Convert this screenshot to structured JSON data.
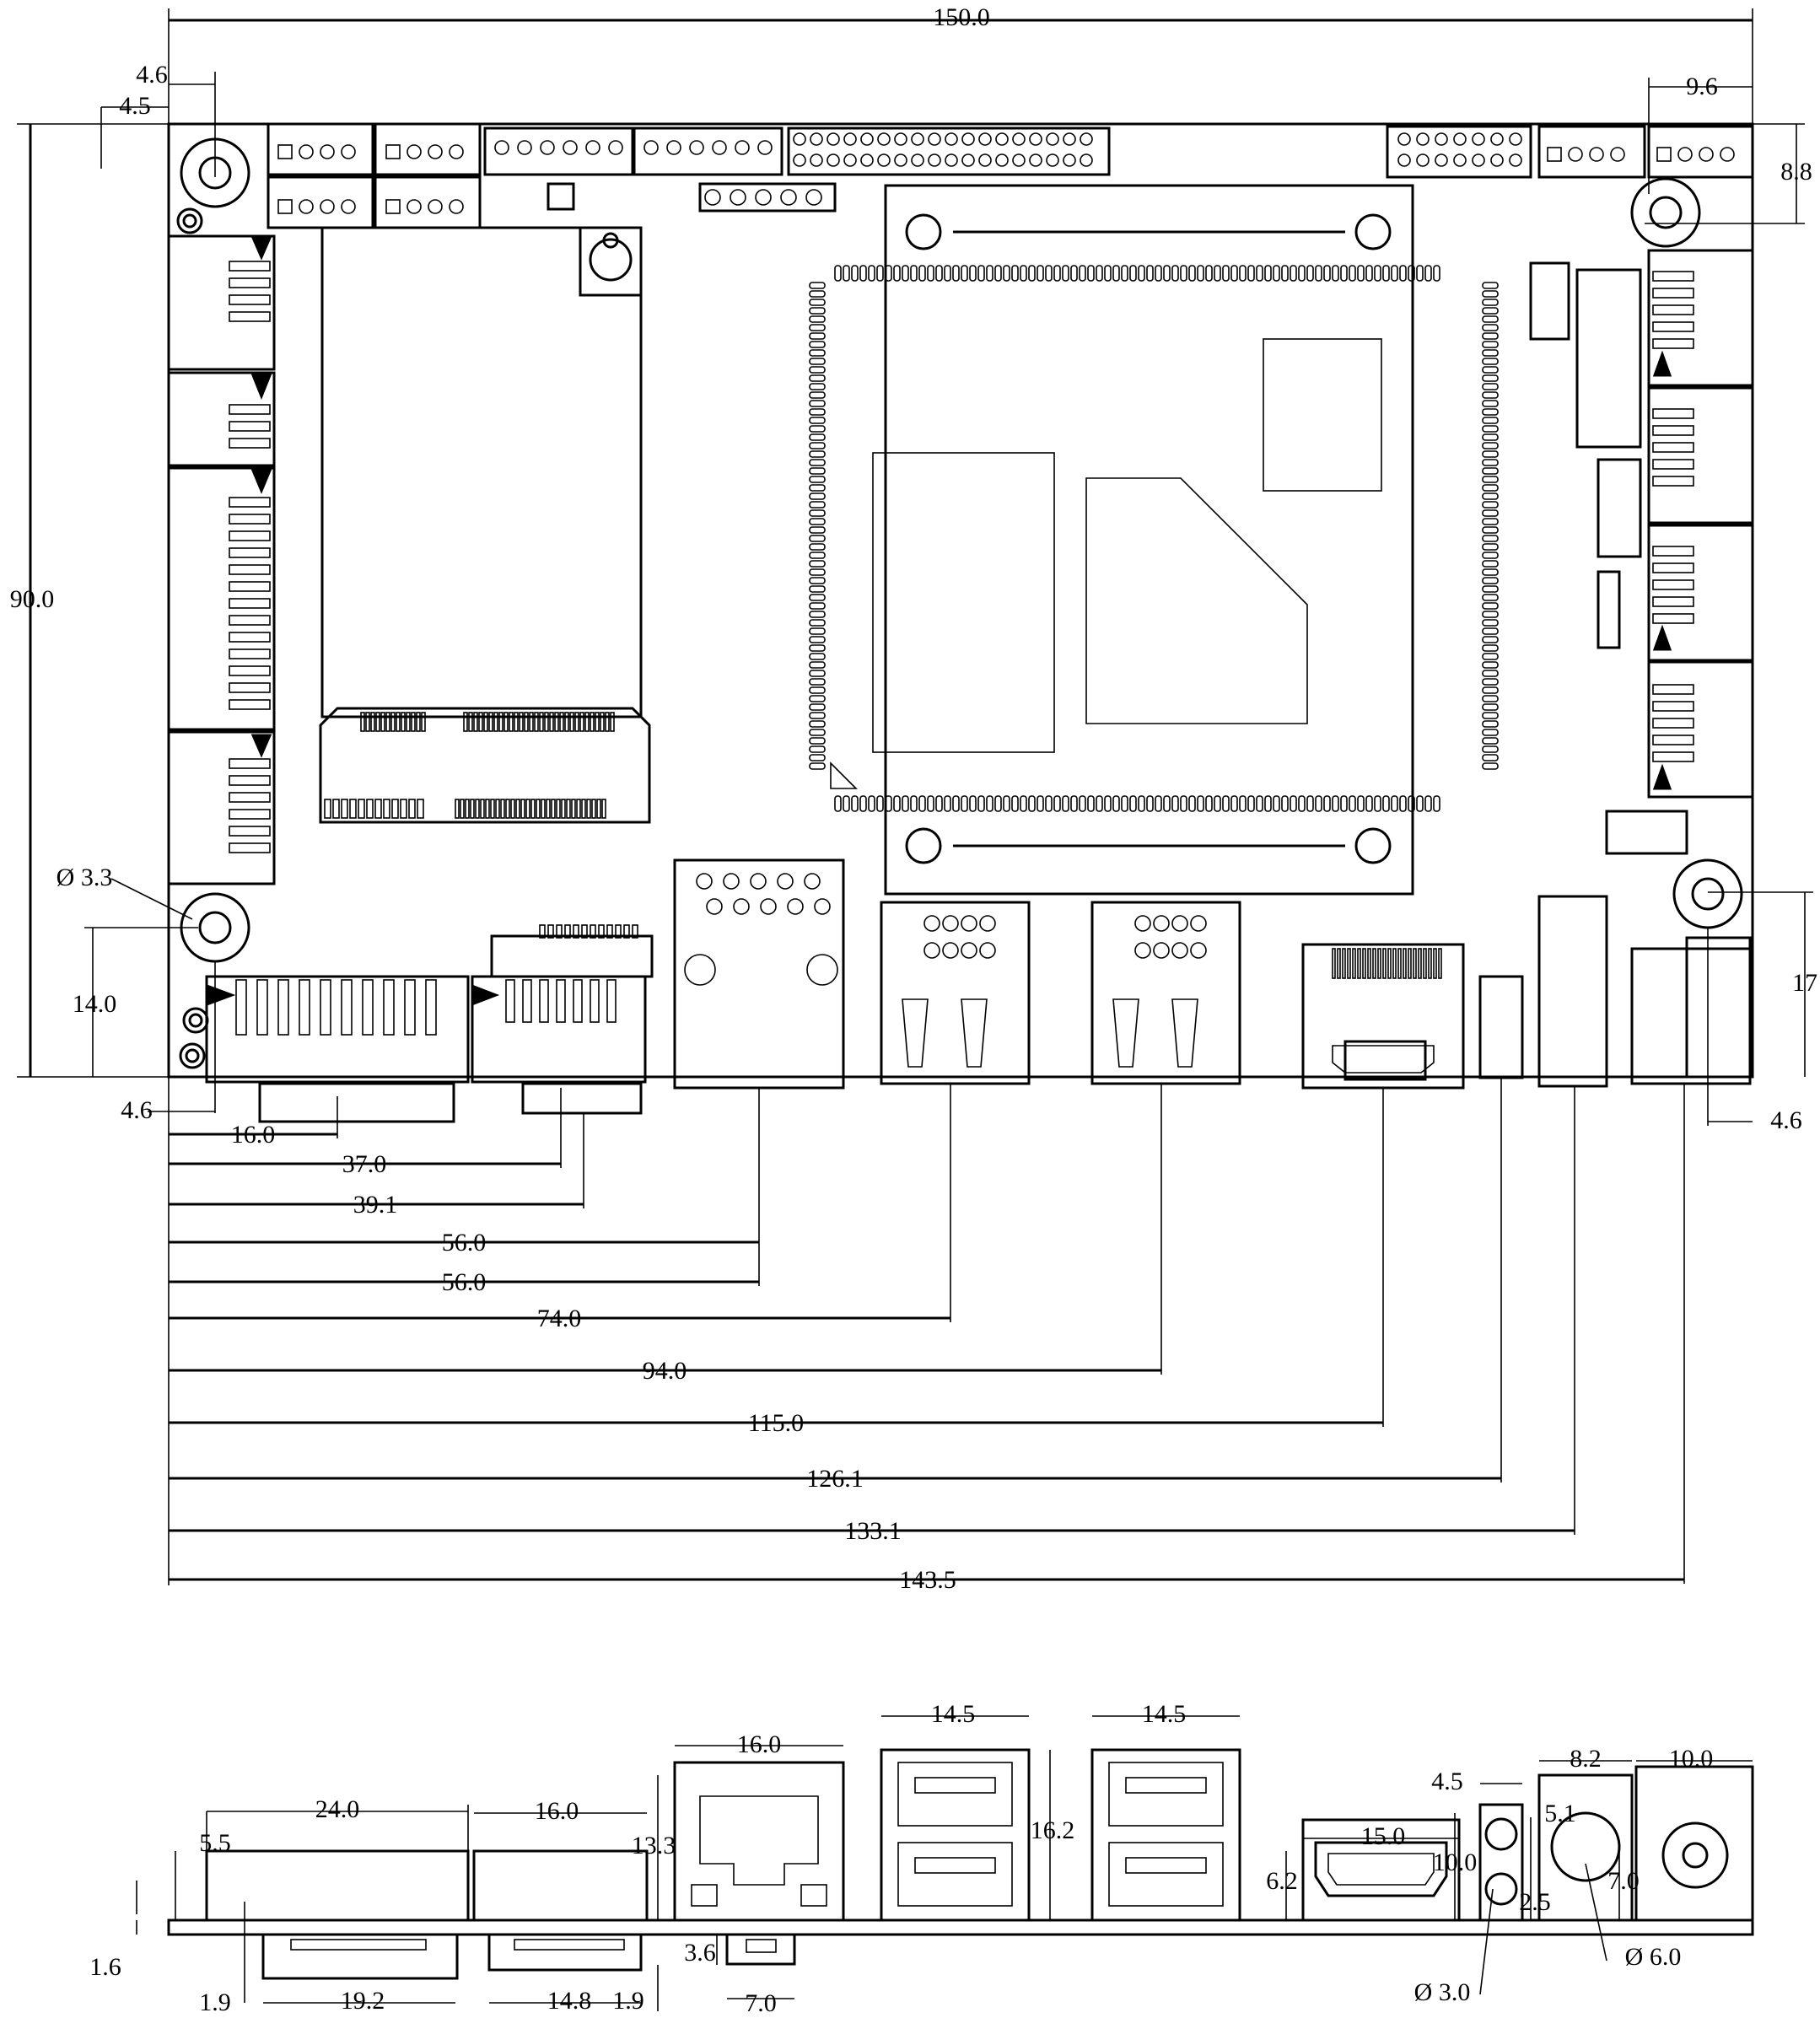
{
  "diagram": {
    "top_view": {
      "overall_width_label": "150.0",
      "dims": {
        "d_4_6_top": "4.6",
        "d_4_5_top": "4.5",
        "d_9_6": "9.6",
        "d_8_8": "8.8",
        "d_90": "90.0",
        "d_hole": "Ø 3.3",
        "d_14": "14.0",
        "d_17": "17",
        "d_4_6_left": "4.6",
        "d_4_6_right": "4.6"
      },
      "bottom_dims": [
        {
          "label": "16.0"
        },
        {
          "label": "37.0"
        },
        {
          "label": "39.1"
        },
        {
          "label": "56.0"
        },
        {
          "label": "56.0"
        },
        {
          "label": "74.0"
        },
        {
          "label": "94.0"
        },
        {
          "label": "115.0"
        },
        {
          "label": "126.1"
        },
        {
          "label": "133.1"
        },
        {
          "label": "143.5"
        }
      ]
    },
    "side_view": {
      "labels": {
        "w24": "24.0",
        "h55": "5.5",
        "w16a": "16.0",
        "h133": "13.3",
        "w16b": "16.0",
        "w145a": "14.5",
        "h162": "16.2",
        "w145b": "14.5",
        "w15": "15.0",
        "h62": "6.2",
        "h10": "10.0",
        "w45": "4.5",
        "h51": "5.1",
        "h25": "2.5",
        "w82": "8.2",
        "h70": "7.0",
        "w100": "10.0",
        "h16": "1.6",
        "w19a": "1.9",
        "w192": "19.2",
        "w148": "14.8",
        "w19b": "1.9",
        "h36": "3.6",
        "w70": "7.0",
        "d30": "Ø 3.0",
        "d60": "Ø 6.0"
      }
    }
  }
}
